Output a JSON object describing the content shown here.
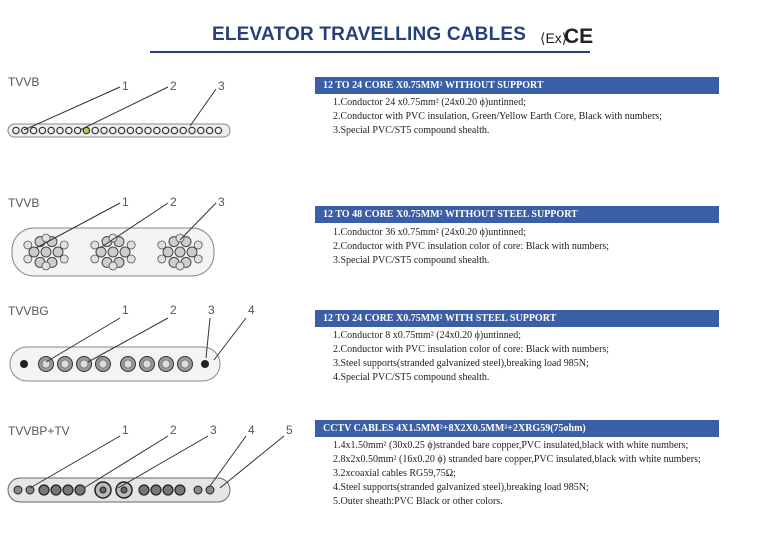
{
  "title": "ELEVATOR TRAVELLING CABLES",
  "certifications": {
    "ex": "⟨Ex⟩",
    "ce": "CE"
  },
  "sections": [
    {
      "label": "TVVB",
      "callouts": [
        "1",
        "2",
        "3"
      ],
      "header": "12 TO 24 CORE X0.75MM² WITHOUT SUPPORT",
      "specs": [
        "1.Conductor 24 x0.75mm² (24x0.20 ϕ)untinned;",
        "2.Conductor with PVC insulation, Green/Yellow Earth Core, Black with numbers;",
        "3.Special PVC/ST5 compound shealth."
      ]
    },
    {
      "label": "TVVB",
      "callouts": [
        "1",
        "2",
        "3"
      ],
      "header": "12 TO 48 CORE X0.75MM² WITHOUT STEEL SUPPORT",
      "specs": [
        "1.Conductor 36 x0.75mm² (24x0.20 ϕ)untinned;",
        "2.Conductor with PVC insulation color of core: Black with numbers;",
        "3.Special PVC/ST5 compound shealth."
      ]
    },
    {
      "label": "TVVBG",
      "callouts": [
        "1",
        "2",
        "3",
        "4"
      ],
      "header": "12 TO 24 CORE X0.75MM² WITH STEEL SUPPORT",
      "specs": [
        "1.Conductor 8 x0.75mm² (24x0.20 ϕ)untinned;",
        "2.Conductor with PVC insulation color of core: Black with numbers;",
        "3.Steel supports(stranded galvanized steel),breaking load 985N;",
        "4.Special PVC/ST5 compound shealth."
      ]
    },
    {
      "label": "TVVBP+TV",
      "callouts": [
        "1",
        "2",
        "3",
        "4",
        "5"
      ],
      "header": "CCTV CABLES 4X1.5MM²+8X2X0.5MM²+2XRG59(75ohm)",
      "specs": [
        "1.4x1.50mm² (30x0.25 ϕ)stranded bare copper,PVC insulated,black with white numbers;",
        "2.8x2x0.50mm² (16x0.20 ϕ) stranded bare copper,PVC insulated,black with white numbers;",
        "3.2xcoaxial cables RG59,75Ω;",
        "4.Steel supports(stranded galvanized steel),breaking load 985N;",
        "5.Outer sheath:PVC Black or other colors."
      ]
    }
  ],
  "colors": {
    "title": "#26407a",
    "header_bar": "#3a5fa6",
    "earth_core": "#c9c24a"
  }
}
